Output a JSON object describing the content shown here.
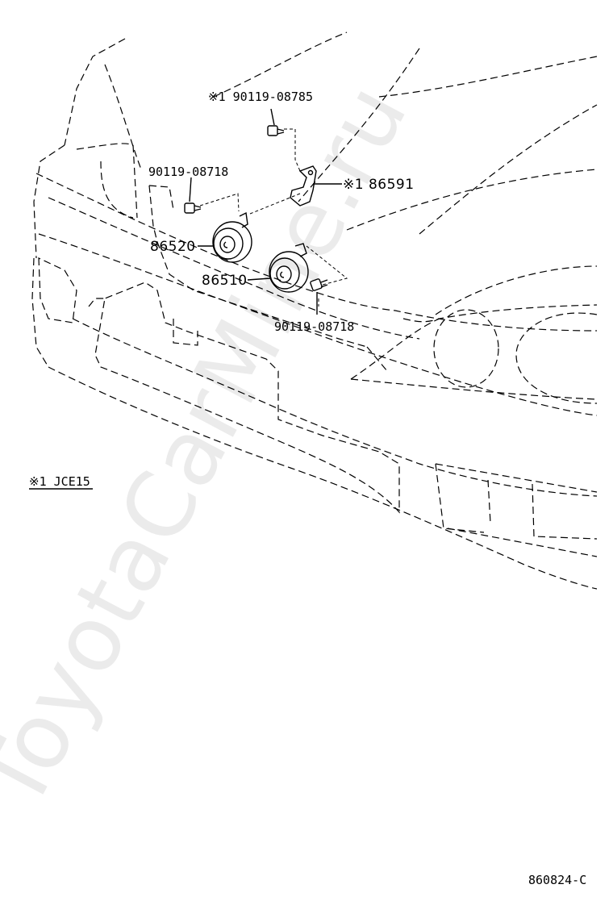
{
  "parts": {
    "bolt_upper": "※1 90119-08785",
    "bolt_left": "90119-08718",
    "bracket": "※1 86591",
    "horn_high": "86520",
    "horn_low": "86510",
    "bolt_right": "90119-08718"
  },
  "footnote": "※1 JCE15",
  "drawing_number": "860824-C",
  "watermark": "ToyotaCarMine.ru"
}
